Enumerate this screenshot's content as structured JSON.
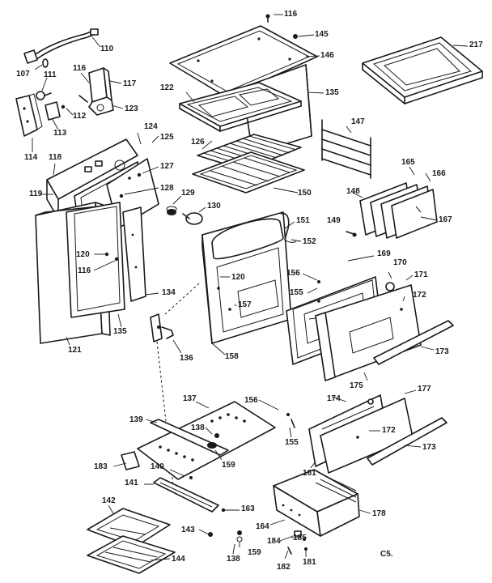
{
  "callouts": [
    {
      "id": "116a",
      "text": "116"
    },
    {
      "id": "145",
      "text": "145"
    },
    {
      "id": "146",
      "text": "146"
    },
    {
      "id": "217",
      "text": "217"
    },
    {
      "id": "110",
      "text": "110"
    },
    {
      "id": "107",
      "text": "107"
    },
    {
      "id": "111",
      "text": "111"
    },
    {
      "id": "116b",
      "text": "116"
    },
    {
      "id": "117",
      "text": "117"
    },
    {
      "id": "112",
      "text": "112"
    },
    {
      "id": "123",
      "text": "123"
    },
    {
      "id": "113",
      "text": "113"
    },
    {
      "id": "114",
      "text": "114"
    },
    {
      "id": "122",
      "text": "122"
    },
    {
      "id": "135a",
      "text": "135"
    },
    {
      "id": "147",
      "text": "147"
    },
    {
      "id": "124",
      "text": "124"
    },
    {
      "id": "125",
      "text": "125"
    },
    {
      "id": "126",
      "text": "126"
    },
    {
      "id": "118",
      "text": "118"
    },
    {
      "id": "127",
      "text": "127"
    },
    {
      "id": "165",
      "text": "165"
    },
    {
      "id": "166",
      "text": "166"
    },
    {
      "id": "148",
      "text": "148"
    },
    {
      "id": "128",
      "text": "128"
    },
    {
      "id": "150",
      "text": "150"
    },
    {
      "id": "119",
      "text": "119"
    },
    {
      "id": "129",
      "text": "129"
    },
    {
      "id": "130",
      "text": "130"
    },
    {
      "id": "167",
      "text": "167"
    },
    {
      "id": "149",
      "text": "149"
    },
    {
      "id": "151",
      "text": "151"
    },
    {
      "id": "152",
      "text": "152"
    },
    {
      "id": "120a",
      "text": "120"
    },
    {
      "id": "116c",
      "text": "116"
    },
    {
      "id": "169",
      "text": "169"
    },
    {
      "id": "170",
      "text": "170"
    },
    {
      "id": "171",
      "text": "171"
    },
    {
      "id": "156a",
      "text": "156"
    },
    {
      "id": "155a",
      "text": "155"
    },
    {
      "id": "120b",
      "text": "120"
    },
    {
      "id": "172a",
      "text": "172"
    },
    {
      "id": "134",
      "text": "134"
    },
    {
      "id": "157",
      "text": "157"
    },
    {
      "id": "135b",
      "text": "135"
    },
    {
      "id": "121",
      "text": "121"
    },
    {
      "id": "136",
      "text": "136"
    },
    {
      "id": "158",
      "text": "158"
    },
    {
      "id": "173a",
      "text": "173"
    },
    {
      "id": "175",
      "text": "175"
    },
    {
      "id": "137",
      "text": "137"
    },
    {
      "id": "156b",
      "text": "156"
    },
    {
      "id": "174",
      "text": "174"
    },
    {
      "id": "177",
      "text": "177"
    },
    {
      "id": "139",
      "text": "139"
    },
    {
      "id": "138a",
      "text": "138"
    },
    {
      "id": "172b",
      "text": "172"
    },
    {
      "id": "155b",
      "text": "155"
    },
    {
      "id": "159a",
      "text": "159"
    },
    {
      "id": "161",
      "text": "161"
    },
    {
      "id": "173b",
      "text": "173"
    },
    {
      "id": "183",
      "text": "183"
    },
    {
      "id": "140",
      "text": "140"
    },
    {
      "id": "141",
      "text": "141"
    },
    {
      "id": "163",
      "text": "163"
    },
    {
      "id": "142",
      "text": "142"
    },
    {
      "id": "178",
      "text": "178"
    },
    {
      "id": "164",
      "text": "164"
    },
    {
      "id": "143",
      "text": "143"
    },
    {
      "id": "184",
      "text": "184"
    },
    {
      "id": "159b",
      "text": "159"
    },
    {
      "id": "185",
      "text": "185"
    },
    {
      "id": "144",
      "text": "144"
    },
    {
      "id": "138b",
      "text": "138"
    },
    {
      "id": "182",
      "text": "182"
    },
    {
      "id": "181",
      "text": "181"
    },
    {
      "id": "c5",
      "text": "C5."
    }
  ]
}
